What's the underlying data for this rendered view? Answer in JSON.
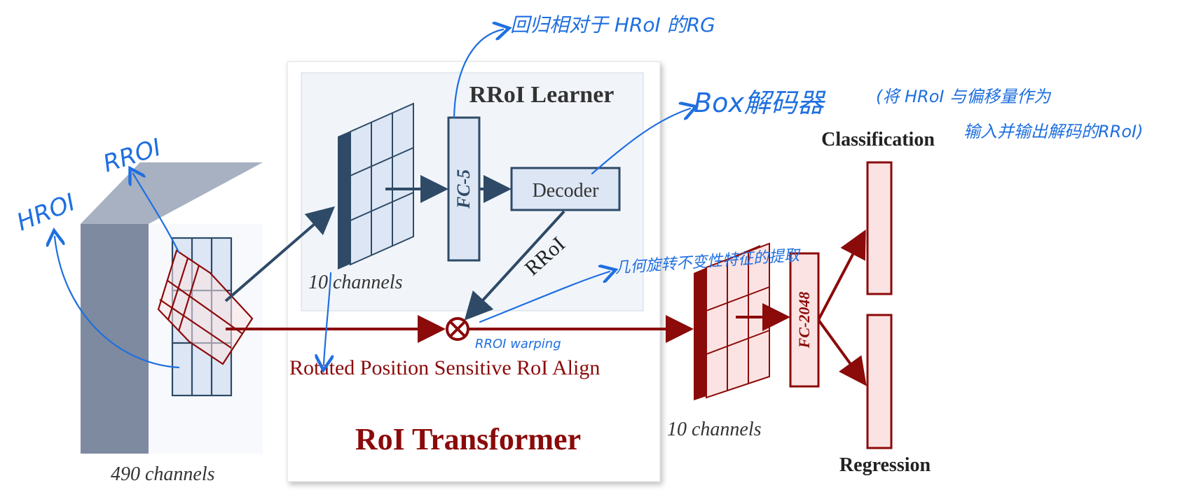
{
  "labels": {
    "rroi_learner": "RRoI Learner",
    "fc5": "FC-5",
    "decoder": "Decoder",
    "rroi_arrow": "RRoI",
    "channels_10_top": "10 channels",
    "rotated_align": "Rotated Position Sensitive RoI Align",
    "roi_transformer": "RoI Transformer",
    "channels_490": "490 channels",
    "channels_10_right": "10 channels",
    "fc2048": "FC-2048",
    "classification": "Classification",
    "regression": "Regression"
  },
  "annotations": {
    "hroi": "HROI",
    "rroi": "RROI",
    "regress_note": "回归相对于 HRoI 的RG",
    "box_decoder": "Box解码器",
    "box_decoder_note_1": "(将 HRoI 与偏移量作为",
    "box_decoder_note_2": "输入并输出解码的RRoI)",
    "rotation_invariant": "几何旋转不变性特征的提取",
    "rroi_warping": "RROI warping"
  },
  "colors": {
    "navy": "#2e4a66",
    "dark_red": "#8b0a0a",
    "light_red": "#fbe3e3",
    "light_blue": "#dde6f4",
    "panel_bg": "#f1f5fa",
    "ink_blue": "#1f6fe0"
  }
}
